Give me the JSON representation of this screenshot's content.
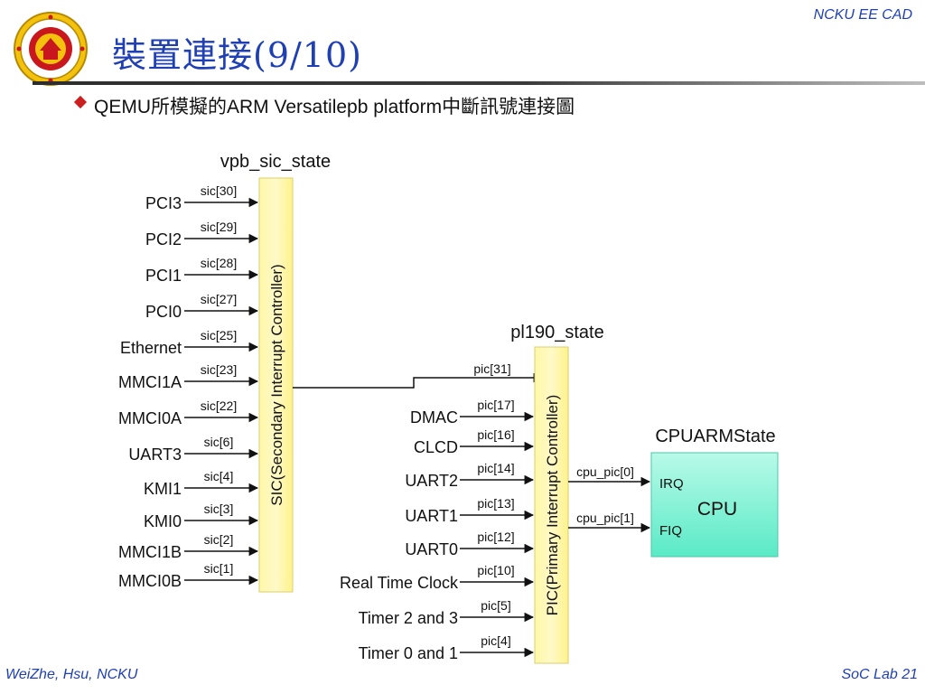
{
  "header": {
    "corner": "NCKU EE CAD"
  },
  "title": "裝置連接(9/10)",
  "bullet": "QEMU所模擬的ARM Versatilepb platform中斷訊號連接圖",
  "footer": {
    "left": "WeiZhe, Hsu, NCKU",
    "right": "SoC Lab  21"
  },
  "colors": {
    "accent": "#1f3fb5",
    "bullet": "#cc1f1f",
    "controller_fill": "#fff7a6",
    "cpu_fill": "#6ff0cf"
  },
  "sic": {
    "state": "vpb_sic_state",
    "label": "SIC(Secondary Interrupt Controller)",
    "inputs": [
      {
        "device": "PCI3",
        "signal": "sic[30]"
      },
      {
        "device": "PCI2",
        "signal": "sic[29]"
      },
      {
        "device": "PCI1",
        "signal": "sic[28]"
      },
      {
        "device": "PCI0",
        "signal": "sic[27]"
      },
      {
        "device": "Ethernet",
        "signal": "sic[25]"
      },
      {
        "device": "MMCI1A",
        "signal": "sic[23]"
      },
      {
        "device": "MMCI0A",
        "signal": "sic[22]"
      },
      {
        "device": "UART3",
        "signal": "sic[6]"
      },
      {
        "device": "KMI1",
        "signal": "sic[4]"
      },
      {
        "device": "KMI0",
        "signal": "sic[3]"
      },
      {
        "device": "MMCI1B",
        "signal": "sic[2]"
      },
      {
        "device": "MMCI0B",
        "signal": "sic[1]"
      }
    ]
  },
  "pic": {
    "state": "pl190_state",
    "label": "PIC(Primary Interrupt Controller)",
    "sic_link": "pic[31]",
    "inputs": [
      {
        "device": "DMAC",
        "signal": "pic[17]"
      },
      {
        "device": "CLCD",
        "signal": "pic[16]"
      },
      {
        "device": "UART2",
        "signal": "pic[14]"
      },
      {
        "device": "UART1",
        "signal": "pic[13]"
      },
      {
        "device": "UART0",
        "signal": "pic[12]"
      },
      {
        "device": "Real Time Clock",
        "signal": "pic[10]"
      },
      {
        "device": "Timer 2 and 3",
        "signal": "pic[5]"
      },
      {
        "device": "Timer 0 and 1",
        "signal": "pic[4]"
      }
    ]
  },
  "cpu": {
    "state": "CPUARMState",
    "label": "CPU",
    "irq_label": "IRQ",
    "fiq_label": "FIQ",
    "irq_signal": "cpu_pic[0]",
    "fiq_signal": "cpu_pic[1]"
  }
}
